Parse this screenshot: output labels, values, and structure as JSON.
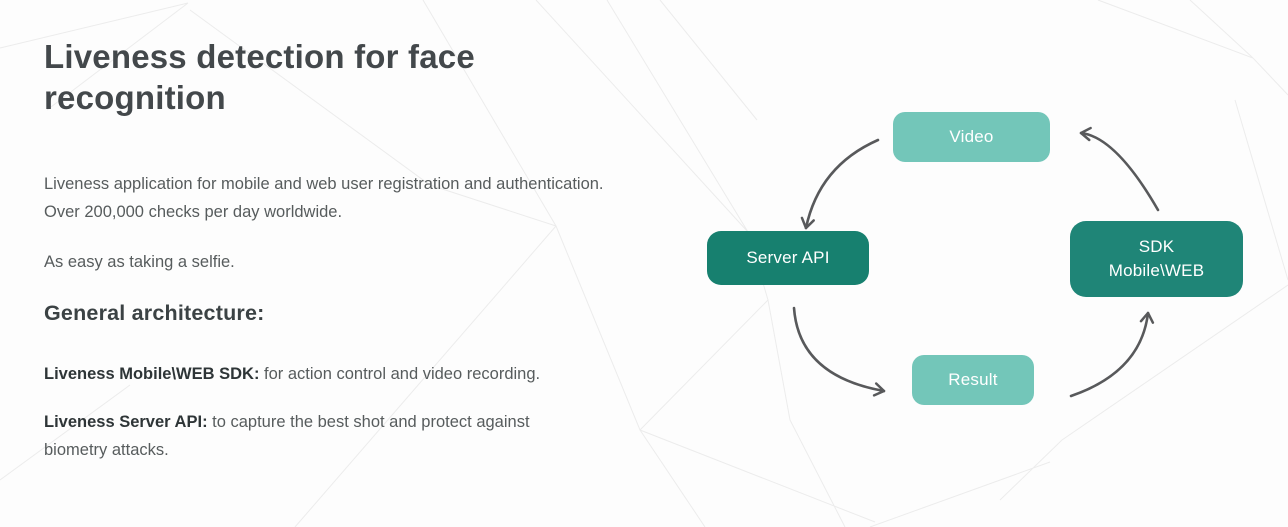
{
  "content": {
    "title": "Liveness detection for face recognition",
    "paragraphs": [
      "Liveness application for mobile and web user registration and authentication. Over 200,000 checks per day worldwide.",
      "As easy as taking a selfie."
    ],
    "subtitle": "General architecture:",
    "features": [
      {
        "label": "Liveness Mobile\\WEB SDK:",
        "text": " for action control and video recording."
      },
      {
        "label": "Liveness Server API:",
        "text": " to capture the best shot and protect against biometry attacks."
      }
    ]
  },
  "diagram": {
    "nodes": [
      {
        "id": "video",
        "label": "Video",
        "color": "#73c6b9"
      },
      {
        "id": "server-api",
        "label": "Server API",
        "color": "#17806f"
      },
      {
        "id": "result",
        "label": "Result",
        "color": "#73c6b9"
      },
      {
        "id": "sdk",
        "label": "SDK Mobile\\WEB",
        "lines": [
          "SDK",
          "Mobile\\WEB"
        ],
        "color": "#1f8577"
      }
    ],
    "arrows": [
      {
        "from": "Video",
        "to": "Server API"
      },
      {
        "from": "Server API",
        "to": "Result"
      },
      {
        "from": "Result",
        "to": "SDK Mobile\\WEB"
      },
      {
        "from": "SDK Mobile\\WEB",
        "to": "Video"
      }
    ],
    "arrow_color": "#58595b"
  },
  "colors": {
    "background": "#fdfdfd",
    "title_text": "#43484b",
    "body_text": "#575c5d",
    "accent_dark_teal": "#17806f",
    "accent_light_teal": "#73c6b9",
    "mesh_line": "#ececec"
  }
}
